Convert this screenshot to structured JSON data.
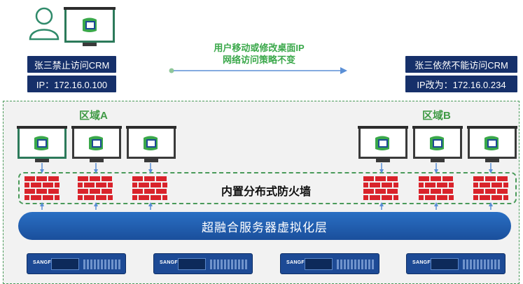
{
  "top": {
    "headline_line1": "用户移动或修改桌面IP",
    "headline_line2": "网络访问策略不变",
    "left_box_status": "张三禁止访问CRM",
    "left_box_ip": "IP：172.16.0.100",
    "right_box_status": "张三依然不能访问CRM",
    "right_box_ip": "IP改为：172.16.0.234"
  },
  "zones": {
    "zone_a_label": "区域A",
    "zone_b_label": "区域B"
  },
  "firewall_label": "内置分布式防火墙",
  "hyperconverged_label": "超融合服务器虚拟化层",
  "server_brand": "SANGFOR",
  "colors": {
    "navy": "#16306a",
    "green_text": "#3aa84a",
    "firewall_red": "#d9232b",
    "hci_blue": "#1f5fb0",
    "server_blue": "#1d4a95"
  },
  "icons": [
    "user-icon",
    "desktop-monitor-icon",
    "firewall-brick-icon",
    "server-icon",
    "arrow-icon"
  ]
}
